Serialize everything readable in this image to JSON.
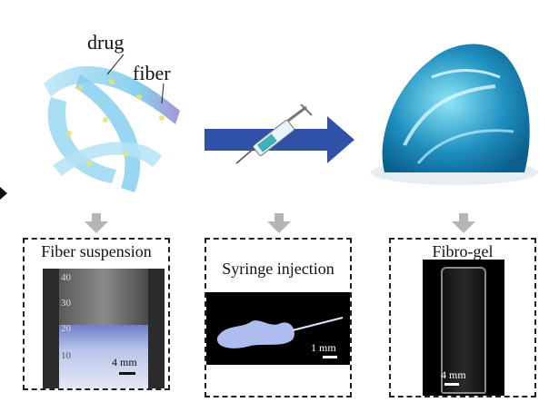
{
  "labels": {
    "drug": "drug",
    "fiber": "fiber"
  },
  "panels": {
    "suspension": {
      "title": "Fiber suspension",
      "scale": "4 mm",
      "ticks": [
        "40",
        "30",
        "20",
        "10"
      ]
    },
    "injection": {
      "title": "Syringe injection",
      "scale": "1 mm"
    },
    "gel": {
      "title": "Fibro-gel",
      "scale": "4 mm"
    }
  },
  "colors": {
    "arrow_blue": "#2f52a8",
    "gray_arrow": "#b5b5b5",
    "fiber_blue": "#8fd3ee",
    "gel_blue": "#1f8fbf"
  }
}
